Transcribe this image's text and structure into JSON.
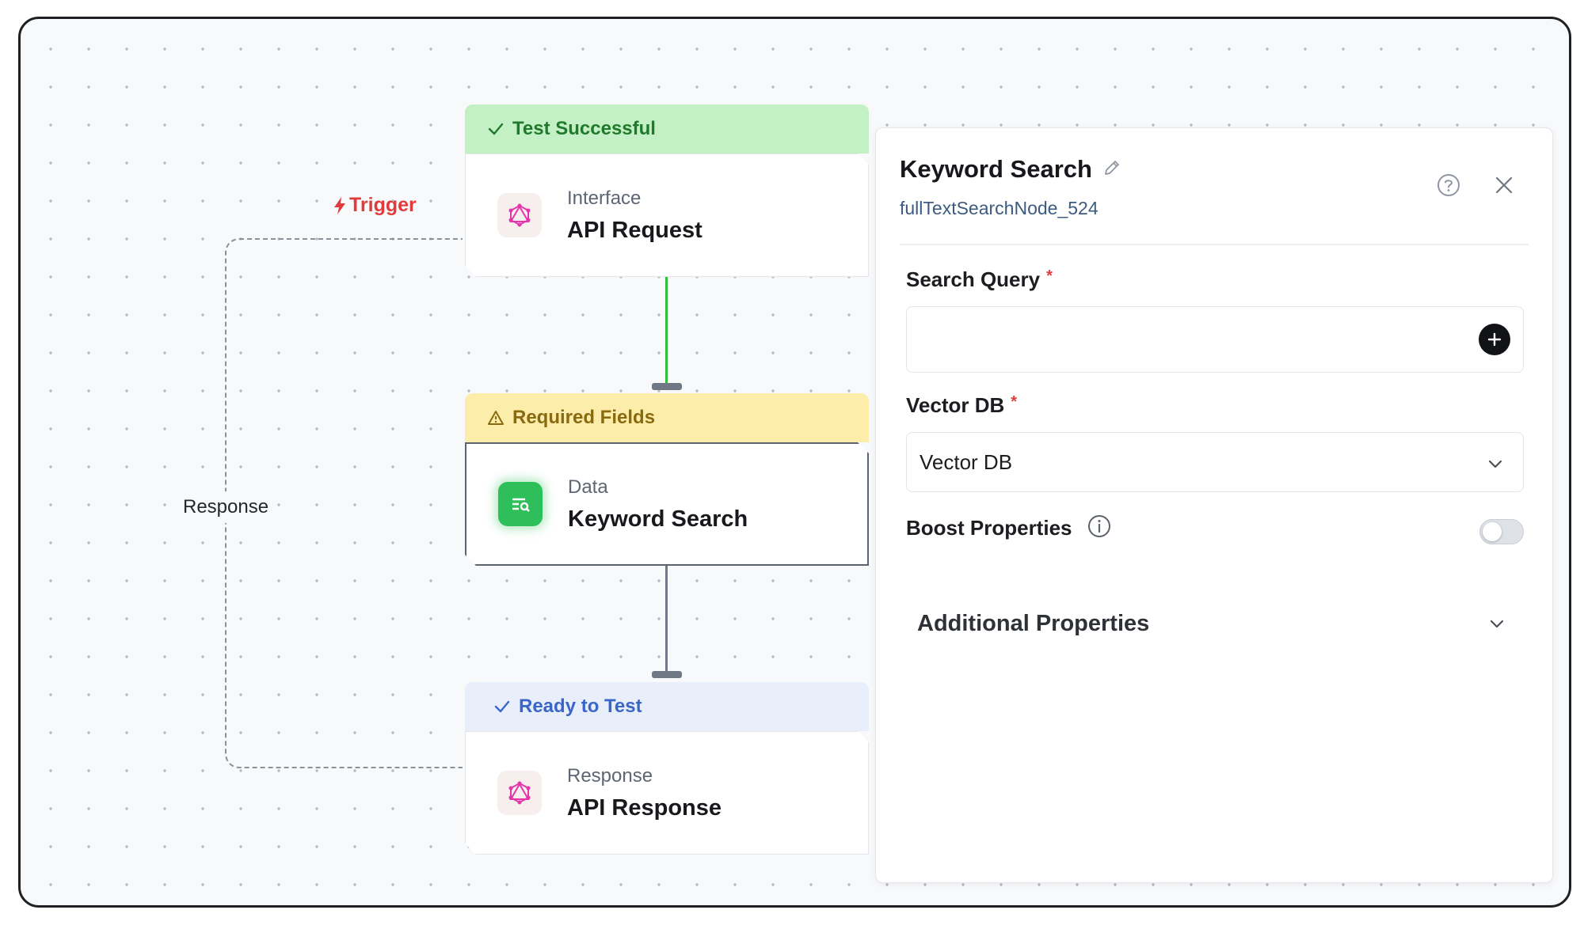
{
  "canvas": {
    "trigger_label": "Trigger",
    "loop_label": "Response"
  },
  "nodes": [
    {
      "status": "Test Successful",
      "status_kind": "success",
      "type": "Interface",
      "title": "API Request",
      "icon": "graphql-icon"
    },
    {
      "status": "Required Fields",
      "status_kind": "warning",
      "type": "Data",
      "title": "Keyword Search",
      "icon": "text-search-icon"
    },
    {
      "status": "Ready to Test",
      "status_kind": "ready",
      "type": "Response",
      "title": "API Response",
      "icon": "graphql-icon"
    }
  ],
  "panel": {
    "title": "Keyword Search",
    "subtitle": "fullTextSearchNode_524",
    "fields": {
      "search_query": {
        "label": "Search Query",
        "required_mark": "*",
        "value": ""
      },
      "vector_db": {
        "label": "Vector DB",
        "required_mark": "*",
        "selected": "Vector DB"
      },
      "boost_properties": {
        "label": "Boost Properties",
        "enabled": false
      }
    },
    "additional_properties": "Additional Properties"
  },
  "colors": {
    "success": "#c4f0c5",
    "warning": "#fcedab",
    "ready": "#e8eefa",
    "trigger": "#e23b3b",
    "accent_green": "#2fbf3a"
  }
}
